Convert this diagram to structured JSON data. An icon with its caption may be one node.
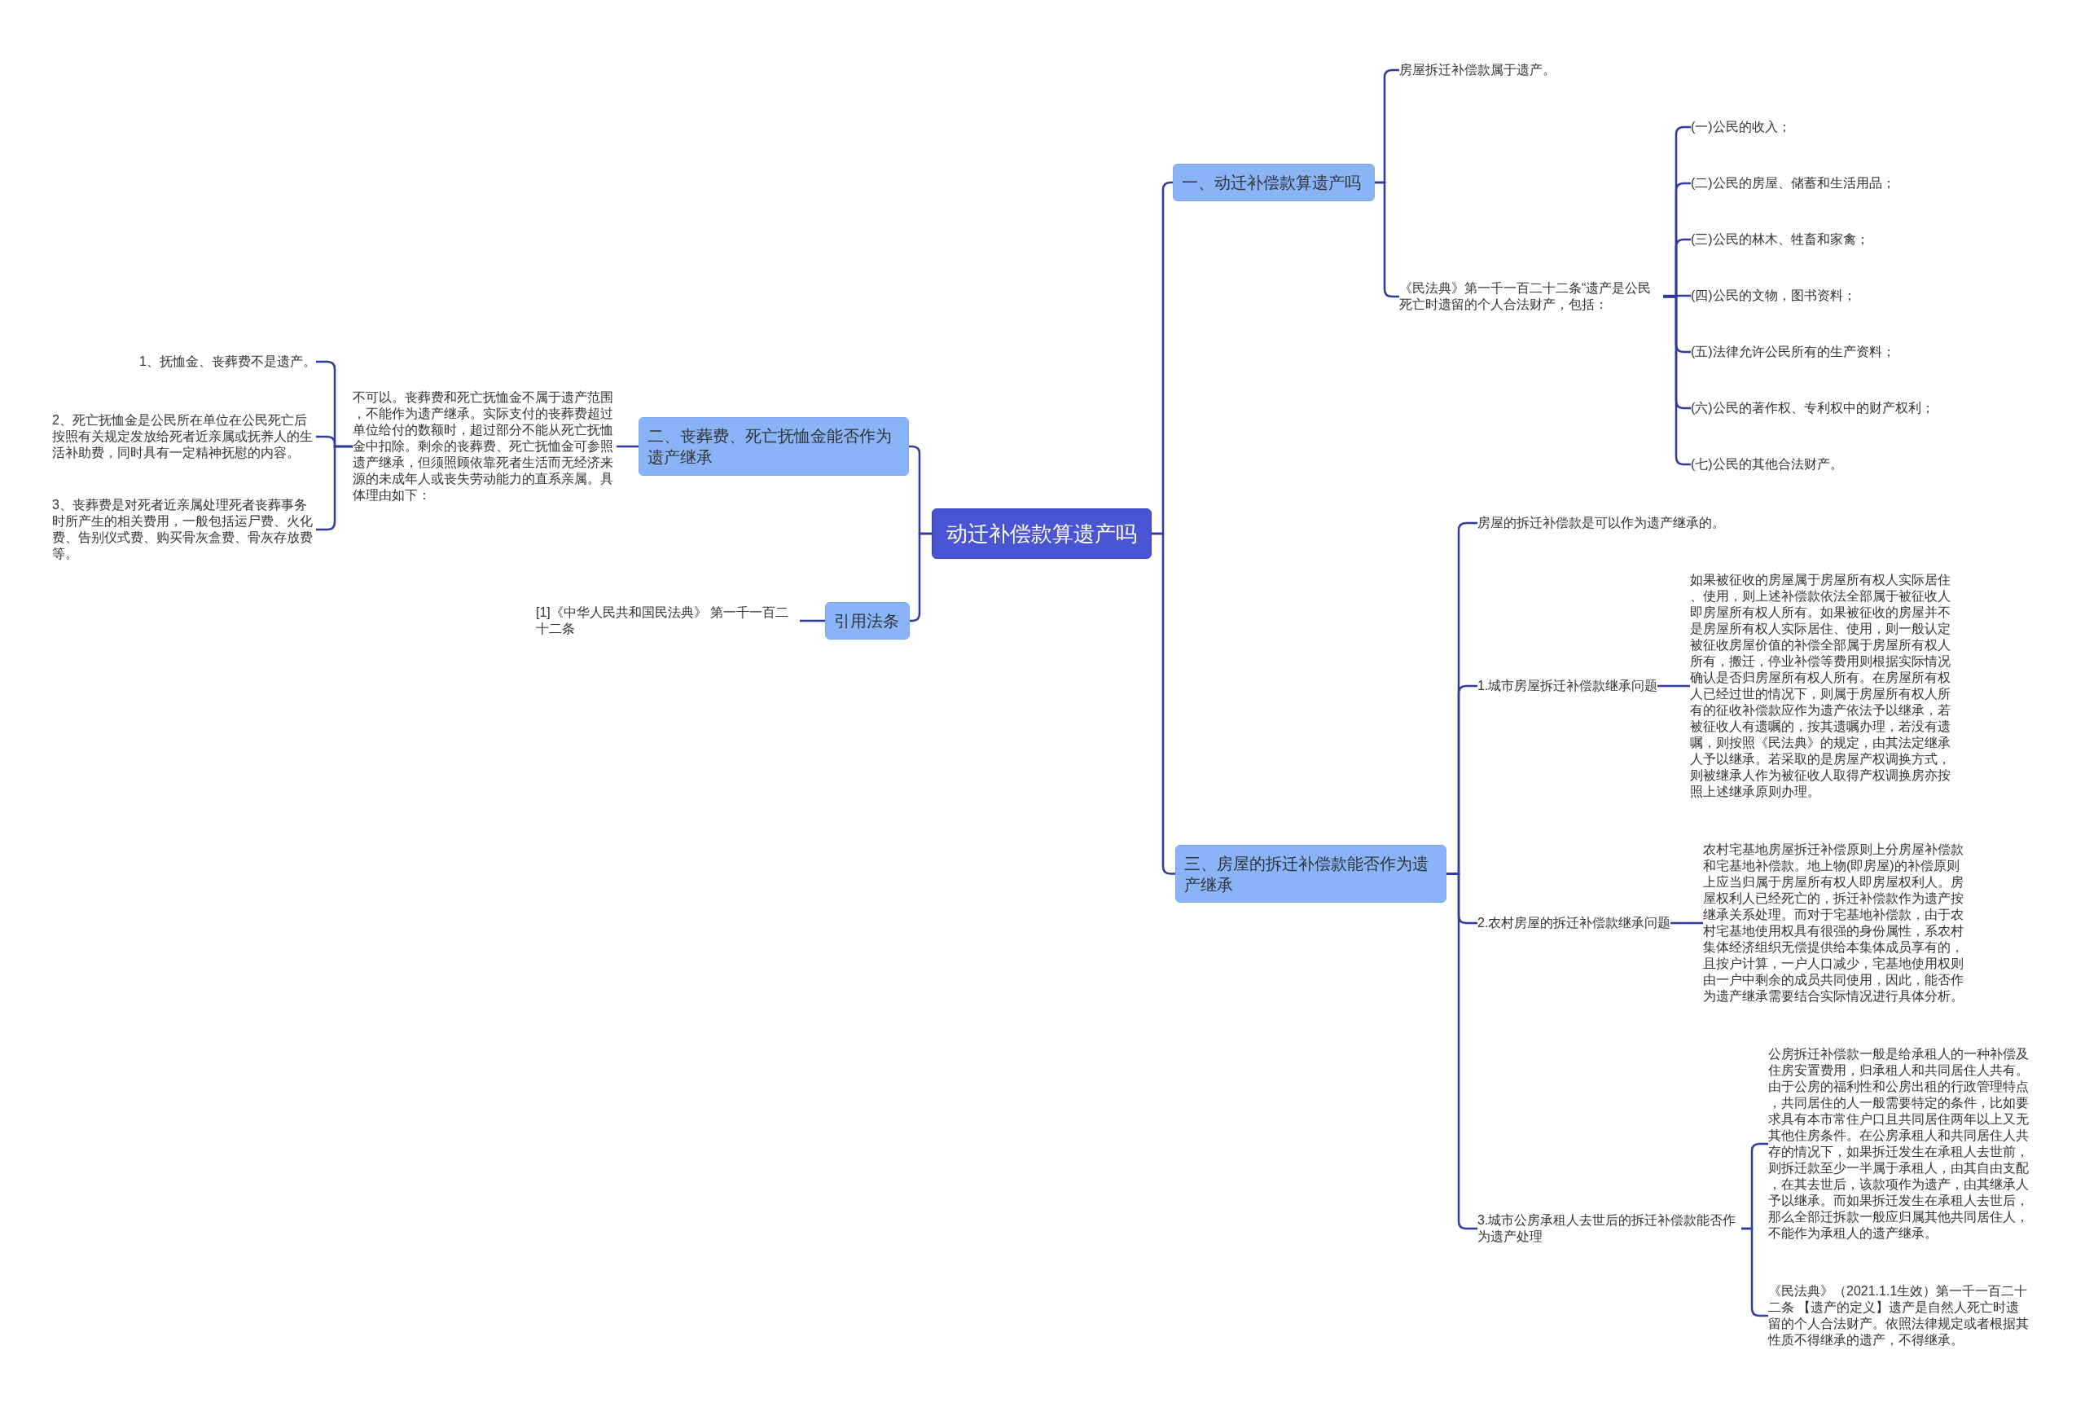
{
  "diagram": {
    "nodes": [
      {
        "text": [
          "动迁补偿款算遗产吗"
        ]
      },
      {
        "text": [
          "一、动迁补偿款算遗产吗"
        ]
      },
      {
        "text": [
          "房屋拆迁补偿款属于遗产。"
        ]
      },
      {
        "text": [
          "《民法典》第一千一百二十二条“遗产是公民死亡时遗留的个人合法财产，包括："
        ]
      },
      {
        "text": [
          "(一)公民的收入；"
        ]
      },
      {
        "text": [
          "(二)公民的房屋、储蓄和生活用品；"
        ]
      },
      {
        "text": [
          "(三)公民的林木、牲畜和家禽；"
        ]
      },
      {
        "text": [
          "(四)公民的文物，图书资料；"
        ]
      },
      {
        "text": [
          "(五)法律允许公民所有的生产资料；"
        ]
      },
      {
        "text": [
          "(六)公民的著作权、专利权中的财产权利；"
        ]
      },
      {
        "text": [
          "(七)公民的其他合法财产。"
        ]
      },
      {
        "text": [
          "二、丧葬费、死亡抚恤金能否作为遗产继承"
        ]
      },
      {
        "text": [
          "不可以。丧葬费和死亡抚恤金不属于遗产范围，不能作为遗产继承。实际支付的丧葬费超过单位给付的数额时，超过部分不能从死亡抚恤金中扣除。剩余的丧葬费、死亡抚恤金可参照遗产继承，但须照顾依靠死者生活而无经济来源的未成年人或丧失劳动能力的直系亲属。具体理由如下："
        ]
      },
      {
        "text": [
          "1、抚恤金、丧葬费不是遗产。"
        ]
      },
      {
        "text": [
          "2、死亡抚恤金是公民所在单位在公民死亡后按照有关规定发放给死者近亲属或抚养人的生活补助费，同时具有一定精神抚慰的内容。"
        ]
      },
      {
        "text": [
          "3、丧葬费是对死者近亲属处理死者丧葬事务时所产生的相关费用，一般包括运尸费、火化费、告别仪式费、购买骨灰盒费、骨灰存放费等。"
        ]
      },
      {
        "text": [
          "引用法条"
        ]
      },
      {
        "text": [
          "[1]《中华人民共和国民法典》 第一千一百二十二条"
        ]
      },
      {
        "text": [
          "三、房屋的拆迁补偿款能否作为遗产继承"
        ]
      },
      {
        "text": [
          "房屋的拆迁补偿款是可以作为遗产继承的。"
        ]
      },
      {
        "text": [
          "1.城市房屋拆迁补偿款继承问题"
        ]
      },
      {
        "text": [
          "如果被征收的房屋属于房屋所有权人实际居住、使用，则上述补偿款依法全部属于被征收人即房屋所有权人所有。如果被征收的房屋并不是房屋所有权人实际居住、使用，则一般认定被征收房屋价值的补偿全部属于房屋所有权人所有，搬迁，停业补偿等费用则根据实际情况确认是否归房屋所有权人所有。在房屋所有权人已经过世的情况下，则属于房屋所有权人所有的征收补偿款应作为遗产依法予以继承，若被征收人有遗嘱的，按其遗嘱办理，若没有遗嘱，则按照《民法典》的规定，由其法定继承人予以继承。若采取的是房屋产权调换方式，则被继承人作为被征收人取得产权调换房亦按照上述继承原则办理。"
        ]
      },
      {
        "text": [
          "2.农村房屋的拆迁补偿款继承问题"
        ]
      },
      {
        "text": [
          "农村宅基地房屋拆迁补偿原则上分房屋补偿款和宅基地补偿款。地上物(即房屋)的补偿原则上应当归属于房屋所有权人即房屋权利人。房屋权利人已经死亡的，拆迁补偿款作为遗产按继承关系处理。而对于宅基地补偿款，由于农村宅基地使用权具有很强的身份属性，系农村集体经济组织无偿提供给本集体成员享有的，且按户计算，一户人口减少，宅基地使用权则由一户中剩余的成员共同使用，因此，能否作为遗产继承需要结合实际情况进行具体分析。"
        ]
      },
      {
        "text": [
          "3.城市公房承租人去世后的拆迁补偿款能否作为遗产处理"
        ]
      },
      {
        "text": [
          "公房拆迁补偿款一般是给承租人的一种补偿及住房安置费用，归承租人和共同居住人共有。由于公房的福利性和公房出租的行政管理特点，共同居住的人一般需要特定的条件，比如要求具有本市常住户口且共同居住两年以上又无其他住房条件。在公房承租人和共同居住人共存的情况下，如果拆迁发生在承租人去世前，则拆迁款至少一半属于承租人，由其自由支配，在其去世后，该款项作为遗产，由其继承人予以继承。而如果拆迁发生在承租人去世后，那么全部迁拆款一般应归属其他共同居住人，不能作为承租人的遗产继承。"
        ]
      },
      {
        "text": [
          "《民法典》（2021.1.1生效）第一千一百二十二条 【遗产的定义】遗产是自然人死亡时遗留的个人合法财产。依照法律规定或者根据其性质不得继承的遗产，不得继承。"
        ]
      }
    ],
    "edges": [
      {
        "from": 0,
        "to": 1,
        "arrow": "none"
      },
      {
        "from": 1,
        "to": 2,
        "arrow": "none"
      },
      {
        "from": 1,
        "to": 3,
        "arrow": "none"
      },
      {
        "from": 3,
        "to": 4,
        "arrow": "none"
      },
      {
        "from": 3,
        "to": 5,
        "arrow": "none"
      },
      {
        "from": 3,
        "to": 6,
        "arrow": "none"
      },
      {
        "from": 3,
        "to": 7,
        "arrow": "none"
      },
      {
        "from": 3,
        "to": 8,
        "arrow": "none"
      },
      {
        "from": 3,
        "to": 9,
        "arrow": "none"
      },
      {
        "from": 3,
        "to": 10,
        "arrow": "none"
      },
      {
        "from": 0,
        "to": 11,
        "arrow": "none"
      },
      {
        "from": 11,
        "to": 12,
        "arrow": "none"
      },
      {
        "from": 12,
        "to": 13,
        "arrow": "none"
      },
      {
        "from": 12,
        "to": 14,
        "arrow": "none"
      },
      {
        "from": 12,
        "to": 15,
        "arrow": "none"
      },
      {
        "from": 0,
        "to": 16,
        "arrow": "none"
      },
      {
        "from": 16,
        "to": 17,
        "arrow": "none"
      },
      {
        "from": 0,
        "to": 18,
        "arrow": "none"
      },
      {
        "from": 18,
        "to": 19,
        "arrow": "none"
      },
      {
        "from": 18,
        "to": 20,
        "arrow": "none"
      },
      {
        "from": 20,
        "to": 21,
        "arrow": "none"
      },
      {
        "from": 18,
        "to": 22,
        "arrow": "none"
      },
      {
        "from": 22,
        "to": 23,
        "arrow": "none"
      },
      {
        "from": 18,
        "to": 24,
        "arrow": "none"
      },
      {
        "from": 24,
        "to": 25,
        "arrow": "none"
      },
      {
        "from": 24,
        "to": 26,
        "arrow": "none"
      }
    ]
  }
}
